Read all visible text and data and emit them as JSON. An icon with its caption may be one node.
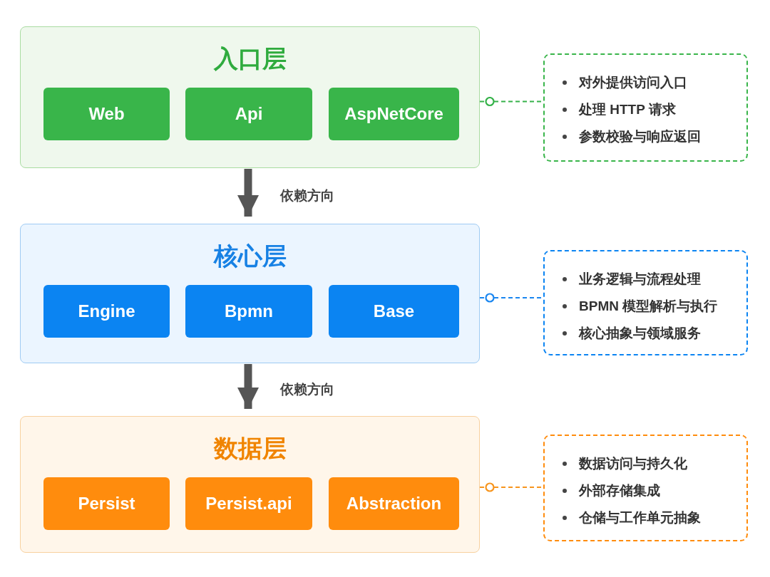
{
  "diagram": {
    "nodes": [
      {
        "text": [
          "入口层"
        ]
      },
      {
        "text": [
          "Web"
        ],
        "in": 0
      },
      {
        "text": [
          "Api"
        ],
        "in": 0
      },
      {
        "text": [
          "AspNetCore"
        ],
        "in": 0
      },
      {
        "text": [
          "对外提供访问入口",
          "处理 HTTP 请求",
          "参数校验与响应返回"
        ]
      },
      {
        "text": [
          "核心层"
        ]
      },
      {
        "text": [
          "Engine"
        ],
        "in": 5
      },
      {
        "text": [
          "Bpmn"
        ],
        "in": 5
      },
      {
        "text": [
          "Base"
        ],
        "in": 5
      },
      {
        "text": [
          "业务逻辑与流程处理",
          "BPMN 模型解析与执行",
          "核心抽象与领域服务"
        ]
      },
      {
        "text": [
          "数据层"
        ]
      },
      {
        "text": [
          "Persist"
        ],
        "in": 10
      },
      {
        "text": [
          "Persist.api"
        ],
        "in": 10
      },
      {
        "text": [
          "Abstraction"
        ],
        "in": 10
      },
      {
        "text": [
          "数据访问与持久化",
          "外部存储集成",
          "仓储与工作单元抽象"
        ]
      }
    ],
    "edges": [
      {
        "from": 0,
        "to": 5,
        "arrow": "to",
        "label": "依赖方向",
        "style": "thick",
        "color": "#555555"
      },
      {
        "from": 5,
        "to": 10,
        "arrow": "to",
        "label": "依赖方向",
        "style": "thick",
        "color": "#555555"
      },
      {
        "from": 0,
        "to": 4,
        "arrow": "other",
        "style": "dashed",
        "color": "#36b24a"
      },
      {
        "from": 5,
        "to": 9,
        "arrow": "other",
        "style": "dashed",
        "color": "#1a86f0"
      },
      {
        "from": 10,
        "to": 14,
        "arrow": "other",
        "style": "dashed",
        "color": "#f7951e"
      }
    ]
  }
}
